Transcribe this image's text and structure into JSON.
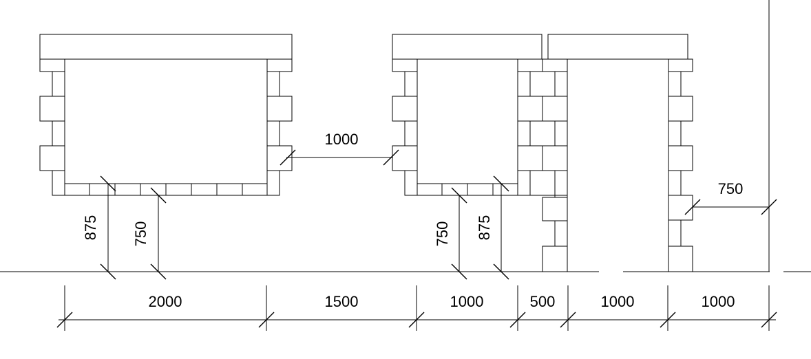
{
  "drawing": {
    "bottom_dimensions": [
      "2000",
      "1500",
      "1000",
      "500",
      "1000",
      "1000"
    ],
    "gap_dimension": "1000",
    "right_dimension": "750",
    "window1_left_height": "875",
    "window1_right_height": "750",
    "window2_left_height": "750",
    "window2_right_height": "875"
  }
}
